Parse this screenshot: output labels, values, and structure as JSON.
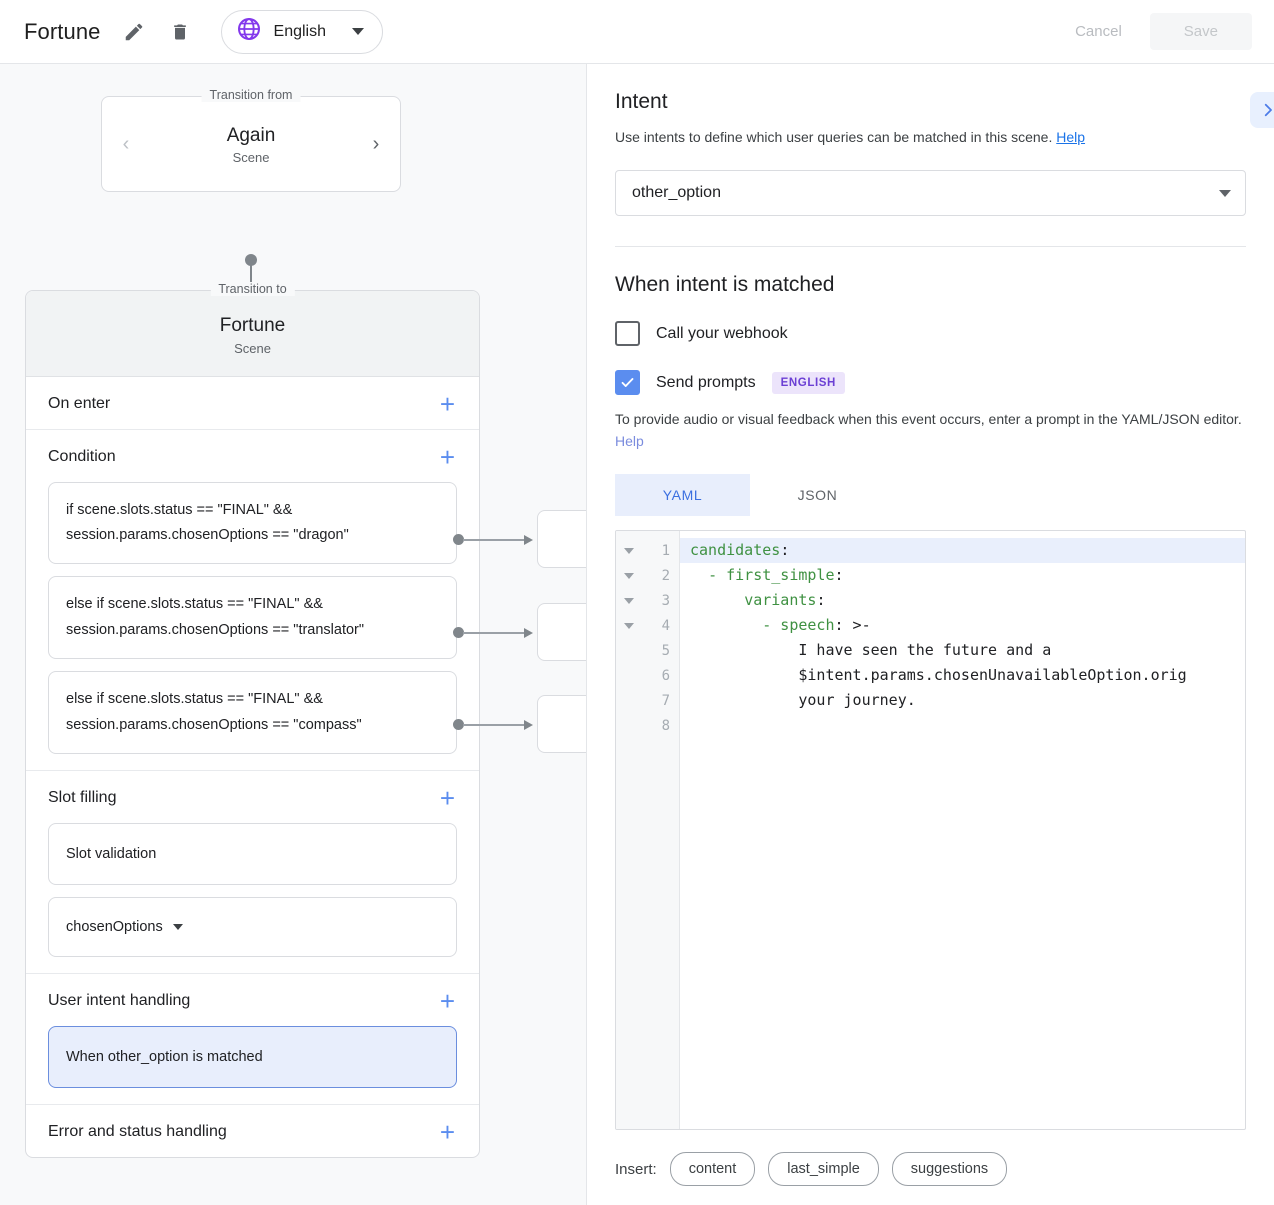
{
  "topbar": {
    "title": "Fortune",
    "edit_icon": "pencil-icon",
    "delete_icon": "trash-icon",
    "language": "English",
    "globe_icon": "globe-icon",
    "cancel_label": "Cancel",
    "save_label": "Save",
    "accent_purple": "#8338ec"
  },
  "left": {
    "transition_from": {
      "legend": "Transition from",
      "name": "Again",
      "subtitle": "Scene",
      "prev_icon": "chevron-left-icon",
      "next_icon": "chevron-right-icon"
    },
    "transition_to": {
      "legend": "Transition to",
      "name": "Fortune",
      "subtitle": "Scene"
    },
    "sections": [
      {
        "title": "On enter",
        "add_icon": "plus-icon"
      },
      {
        "title": "Condition",
        "add_icon": "plus-icon"
      },
      {
        "title": "Slot filling",
        "add_icon": "plus-icon"
      },
      {
        "title": "User intent handling",
        "add_icon": "plus-icon"
      },
      {
        "title": "Error and status handling",
        "add_icon": "plus-icon"
      }
    ],
    "conditions": [
      {
        "line1": "if scene.slots.status == \"FINAL\" &&",
        "line2": "session.params.chosenOptions == \"dragon\""
      },
      {
        "line1": "else if scene.slots.status == \"FINAL\" &&",
        "line2": "session.params.chosenOptions == \"translator\""
      },
      {
        "line1": "else if scene.slots.status == \"FINAL\" &&",
        "line2": "session.params.chosenOptions == \"compass\""
      }
    ],
    "slot_filling": {
      "validation_label": "Slot validation",
      "slot_name": "chosenOptions"
    },
    "user_intent_handling": {
      "selected_item": "When other_option is matched"
    }
  },
  "right": {
    "intent": {
      "heading": "Intent",
      "description_pre": "Use intents to define which user queries can be matched in this scene. ",
      "help_label": "Help",
      "selected_intent": "other_option",
      "expand_icon": "chevron-right-icon"
    },
    "matched": {
      "heading": "When intent is matched",
      "webhook_label": "Call your webhook",
      "webhook_checked": false,
      "send_prompts_label": "Send prompts",
      "send_prompts_checked": true,
      "language_badge": "ENGLISH",
      "hint_pre": "To provide audio or visual feedback when this event occurs, enter a prompt in the YAML/JSON editor. ",
      "hint_help": "Help"
    },
    "editor": {
      "tabs": [
        {
          "label": "YAML",
          "active": true
        },
        {
          "label": "JSON",
          "active": false
        }
      ],
      "line_numbers": [
        "1",
        "2",
        "3",
        "4",
        "5",
        "6",
        "7",
        "8"
      ],
      "fold_lines": [
        1,
        2,
        3,
        4
      ],
      "lines": [
        {
          "n": 1,
          "key": "candidates",
          "punct": ":",
          "indent": 0,
          "active": true
        },
        {
          "n": 2,
          "key": "- first_simple",
          "punct": ":",
          "indent": 2,
          "active": false
        },
        {
          "n": 3,
          "key": "variants",
          "punct": ":",
          "indent": 6,
          "active": false
        },
        {
          "n": 4,
          "key": "- speech",
          "punct": ": >-",
          "indent": 8,
          "active": false
        },
        {
          "n": 5,
          "key": "",
          "punct": "I have seen the future and a",
          "indent": 12,
          "active": false
        },
        {
          "n": 6,
          "key": "",
          "punct": "$intent.params.chosenUnavailableOption.orig",
          "indent": 12,
          "active": false
        },
        {
          "n": 7,
          "key": "",
          "punct": "your journey.",
          "indent": 12,
          "active": false
        },
        {
          "n": 8,
          "key": "",
          "punct": "",
          "indent": 0,
          "active": false
        }
      ]
    },
    "insert": {
      "label": "Insert:",
      "chips": [
        "content",
        "last_simple",
        "suggestions"
      ]
    }
  }
}
